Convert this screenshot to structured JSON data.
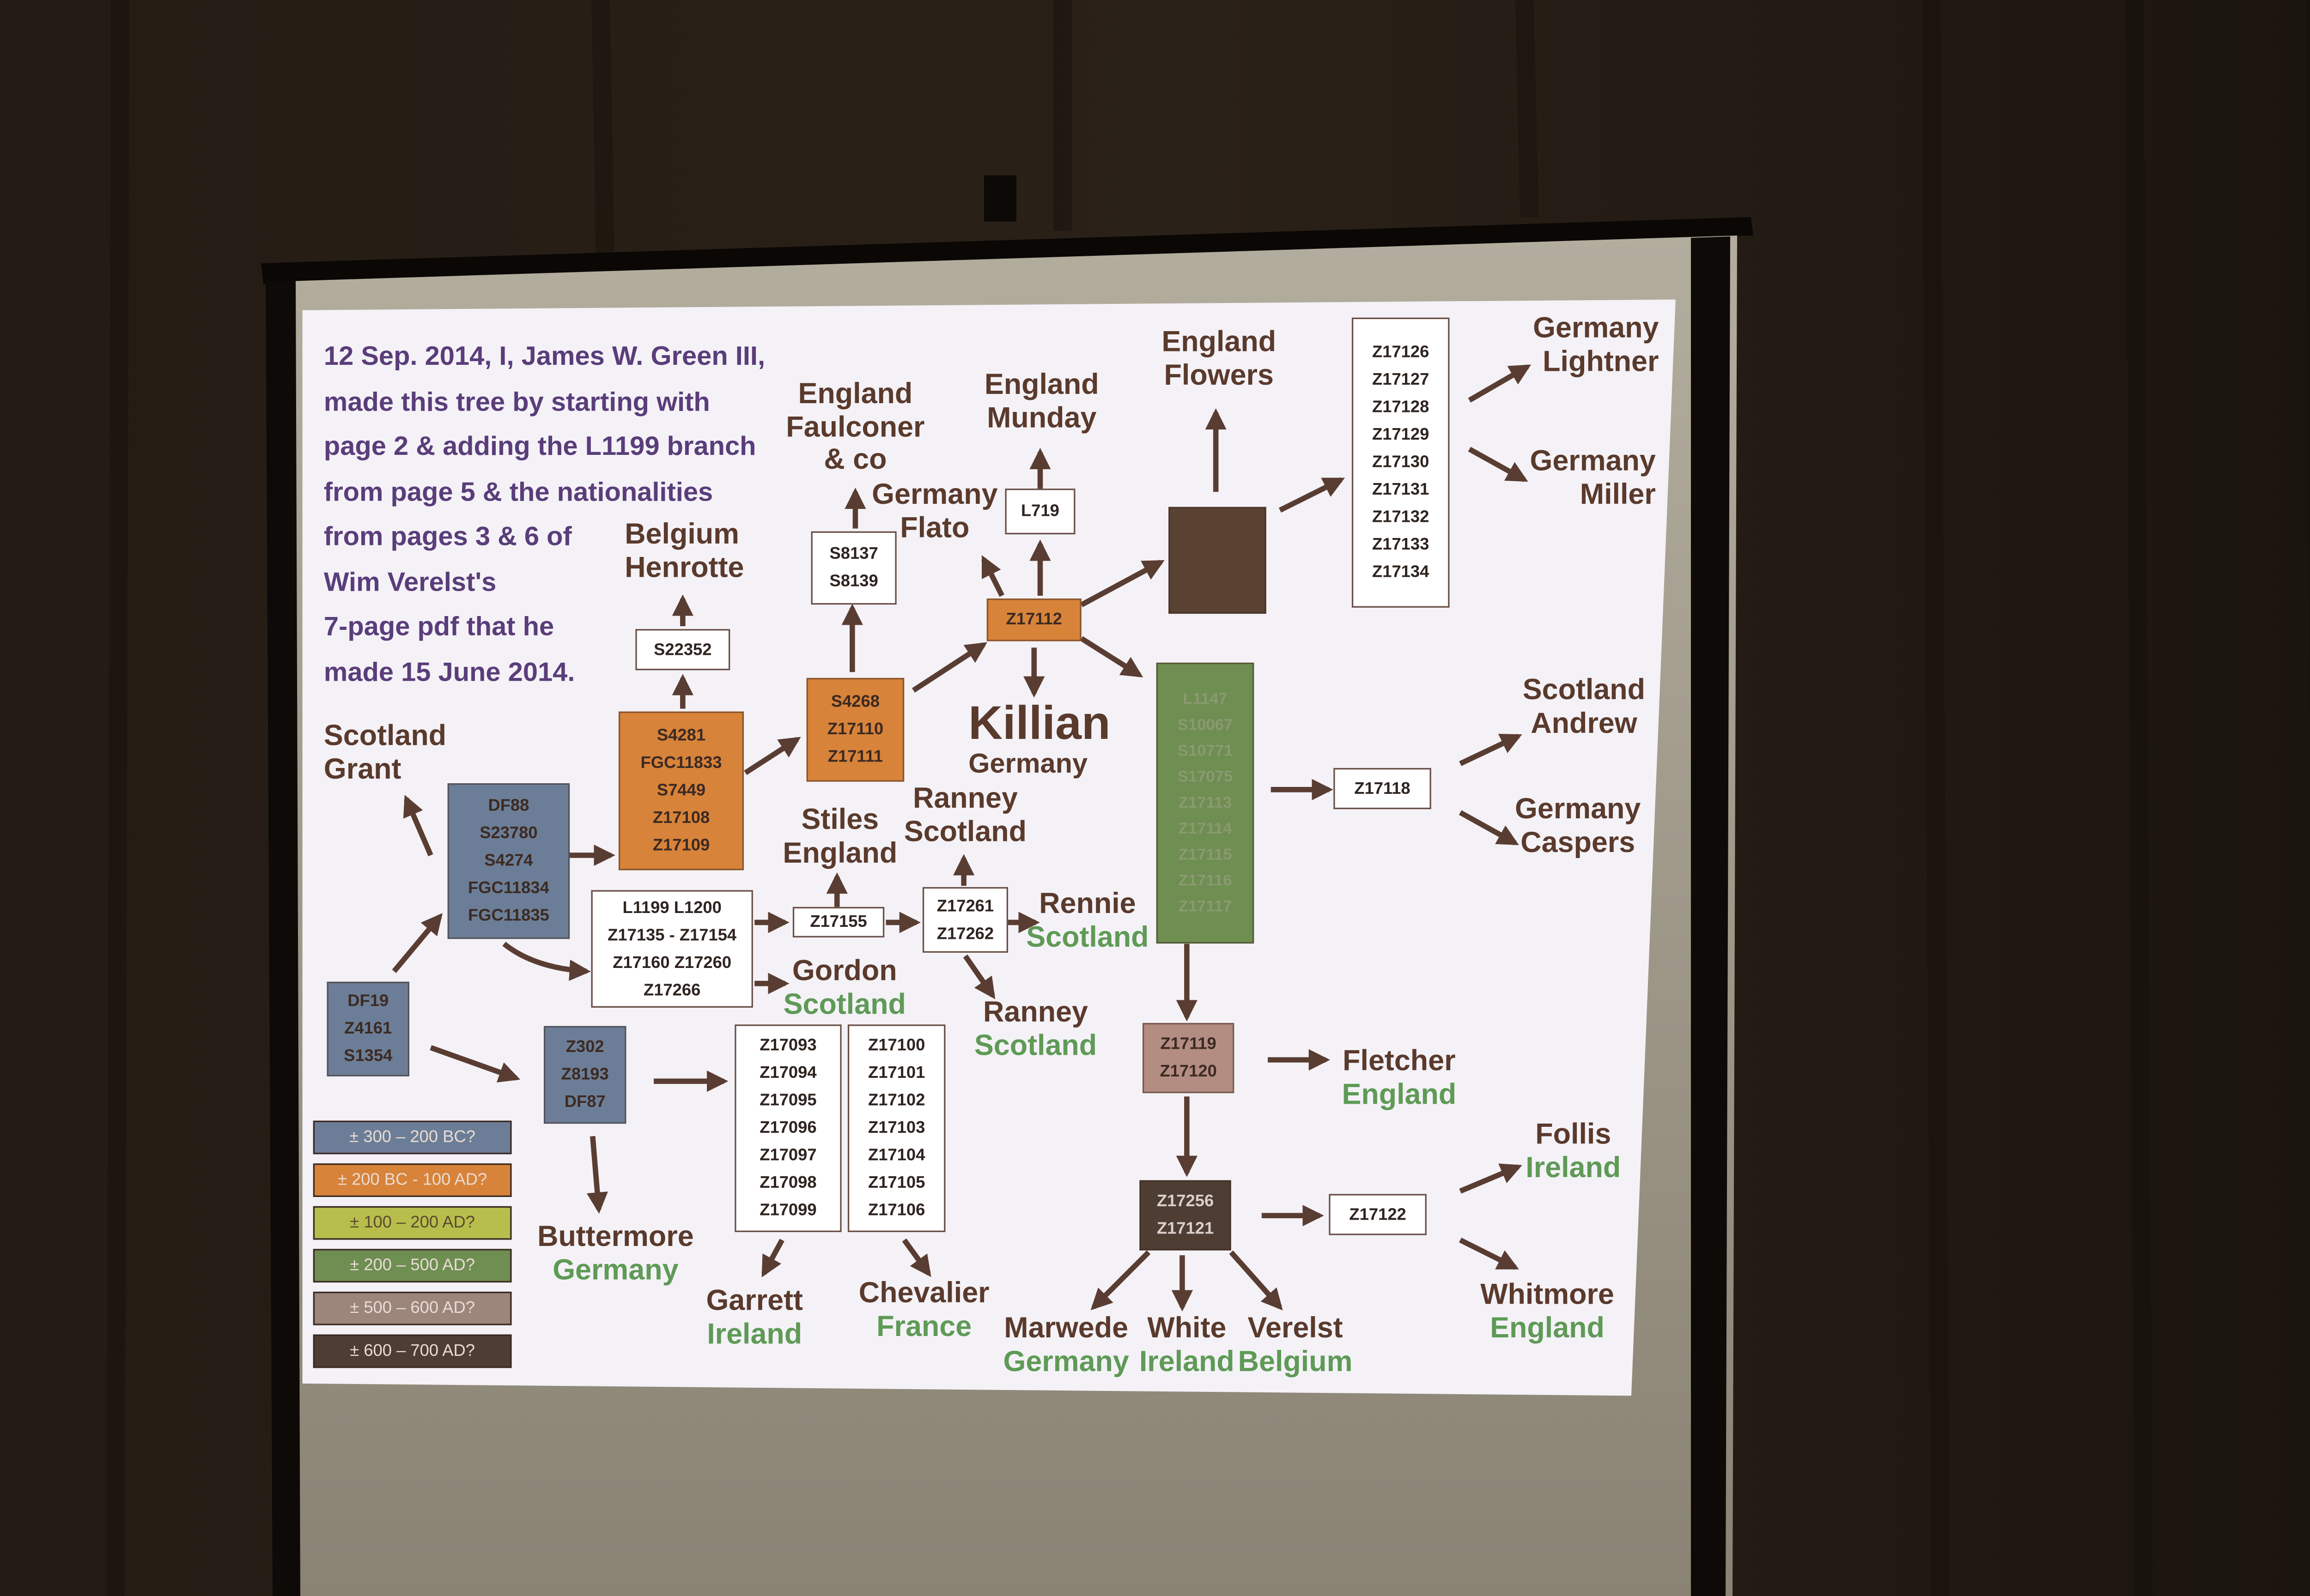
{
  "intro_lines": [
    "12 Sep. 2014, I, James W. Green III,",
    "made this tree by starting with",
    "page 2 & adding the L1199 branch",
    "from page 5 & the nationalities",
    "from pages 3 & 6 of",
    "Wim Verelst's",
    "7-page pdf that he",
    "made 15 June 2014."
  ],
  "center_label": {
    "name": "Killian",
    "country": "Germany"
  },
  "boxes": [
    {
      "id": "df19",
      "lines": [
        "DF19",
        "Z4161",
        "S1354"
      ],
      "color": "#6c7e97"
    },
    {
      "id": "df88",
      "lines": [
        "DF88",
        "S23780",
        "S4274",
        "FGC11834",
        "FGC11835"
      ],
      "color": "#6c7e97"
    },
    {
      "id": "z302",
      "lines": [
        "Z302",
        "Z8193",
        "DF87"
      ],
      "color": "#6c7e97"
    },
    {
      "id": "s4281",
      "lines": [
        "S4281",
        "FGC11833",
        "S7449",
        "Z17108",
        "Z17109"
      ],
      "color": "#d8833a"
    },
    {
      "id": "s4268",
      "lines": [
        "S4268",
        "Z17110",
        "Z17111"
      ],
      "color": "#d8833a"
    },
    {
      "id": "z17112",
      "lines": [
        "Z17112"
      ],
      "color": "#d8833a"
    },
    {
      "id": "l1199",
      "lines": [
        "L1199  L1200",
        "Z17135 - Z17154",
        "Z17160  Z17260",
        "Z17266"
      ],
      "color": "#ffffff"
    },
    {
      "id": "z17155",
      "lines": [
        "Z17155"
      ],
      "color": "#ffffff"
    },
    {
      "id": "z17261",
      "lines": [
        "Z17261",
        "Z17262"
      ],
      "color": "#ffffff"
    },
    {
      "id": "s22352",
      "lines": [
        "S22352"
      ],
      "color": "#ffffff"
    },
    {
      "id": "s8137",
      "lines": [
        "S8137",
        "S8139"
      ],
      "color": "#ffffff"
    },
    {
      "id": "l719",
      "lines": [
        "L719"
      ],
      "color": "#ffffff"
    },
    {
      "id": "dark-square",
      "lines": [],
      "color": "#5a4232"
    },
    {
      "id": "green",
      "lines": [
        "L1147",
        "S10067",
        "S10771",
        "S17075",
        "Z17113",
        "Z17114",
        "Z17115",
        "Z17116",
        "Z17117"
      ],
      "color": "#6f8e52"
    },
    {
      "id": "z17126",
      "lines": [
        "Z17126",
        "Z17127",
        "Z17128",
        "Z17129",
        "Z17130",
        "Z17131",
        "Z17132",
        "Z17133",
        "Z17134"
      ],
      "color": "#ffffff"
    },
    {
      "id": "z17118",
      "lines": [
        "Z17118"
      ],
      "color": "#ffffff"
    },
    {
      "id": "z17119",
      "lines": [
        "Z17119",
        "Z17120"
      ],
      "color": "#b48d82"
    },
    {
      "id": "z17256",
      "lines": [
        "Z17256",
        "Z17121"
      ],
      "color": "#4e3d33"
    },
    {
      "id": "z17122",
      "lines": [
        "Z17122"
      ],
      "color": "#ffffff"
    },
    {
      "id": "z17093",
      "lines": [
        "Z17093",
        "Z17094",
        "Z17095",
        "Z17096",
        "Z17097",
        "Z17098",
        "Z17099"
      ],
      "color": "#ffffff"
    },
    {
      "id": "z17100",
      "lines": [
        "Z17100",
        "Z17101",
        "Z17102",
        "Z17103",
        "Z17104",
        "Z17105",
        "Z17106"
      ],
      "color": "#ffffff"
    }
  ],
  "labels": [
    {
      "id": "scotland-grant",
      "top": "Scotland",
      "bottom": "Grant",
      "bottom_color": "dark"
    },
    {
      "id": "belgium-henrotte",
      "top": "Belgium",
      "bottom": "Henrotte",
      "bottom_color": "dark"
    },
    {
      "id": "england-faulconer",
      "top": "England",
      "bottom": "Faulconer",
      "extra": "& co",
      "bottom_color": "dark"
    },
    {
      "id": "germany-flato",
      "top": "Germany",
      "bottom": "Flato",
      "bottom_color": "dark"
    },
    {
      "id": "england-munday",
      "top": "England",
      "bottom": "Munday",
      "bottom_color": "dark"
    },
    {
      "id": "england-flowers",
      "top": "England",
      "bottom": "Flowers",
      "bottom_color": "dark"
    },
    {
      "id": "germany-lightner",
      "top": "Germany",
      "bottom": "Lightner",
      "bottom_color": "dark"
    },
    {
      "id": "germany-miller",
      "top": "Germany",
      "bottom": "Miller",
      "bottom_color": "dark"
    },
    {
      "id": "scotland-andrew",
      "top": "Scotland",
      "bottom": "Andrew",
      "bottom_color": "dark"
    },
    {
      "id": "germany-caspers",
      "top": "Germany",
      "bottom": "Caspers",
      "bottom_color": "dark"
    },
    {
      "id": "stiles-england",
      "top": "Stiles",
      "bottom": "England",
      "bottom_color": "dark"
    },
    {
      "id": "ranney-scotland-1",
      "top": "Ranney",
      "bottom": "Scotland",
      "bottom_color": "dark"
    },
    {
      "id": "rennie-scotland",
      "top": "Rennie",
      "bottom": "Scotland",
      "bottom_color": "green"
    },
    {
      "id": "gordon-scotland",
      "top": "Gordon",
      "bottom": "Scotland",
      "bottom_color": "green"
    },
    {
      "id": "ranney-scotland-2",
      "top": "Ranney",
      "bottom": "Scotland",
      "bottom_color": "green"
    },
    {
      "id": "fletcher-england",
      "top": "Fletcher",
      "bottom": "England",
      "bottom_color": "green"
    },
    {
      "id": "follis-ireland",
      "top": "Follis",
      "bottom": "Ireland",
      "bottom_color": "green"
    },
    {
      "id": "whitmore-england",
      "top": "Whitmore",
      "bottom": "England",
      "bottom_color": "green"
    },
    {
      "id": "buttermore-germany",
      "top": "Buttermore",
      "bottom": "Germany",
      "bottom_color": "green"
    },
    {
      "id": "garrett-ireland",
      "top": "Garrett",
      "bottom": "Ireland",
      "bottom_color": "green"
    },
    {
      "id": "chevalier-france",
      "top": "Chevalier",
      "bottom": "France",
      "bottom_color": "green"
    },
    {
      "id": "marwede-germany",
      "top": "Marwede",
      "bottom": "Germany",
      "bottom_color": "green"
    },
    {
      "id": "white-ireland",
      "top": "White",
      "bottom": "Ireland",
      "bottom_color": "green"
    },
    {
      "id": "verelst-belgium",
      "top": "Verelst",
      "bottom": "Belgium",
      "bottom_color": "green"
    }
  ],
  "legend": [
    {
      "label": "± 300 – 200 BC?",
      "color": "#6c7e97"
    },
    {
      "label": "± 200 BC - 100 AD?",
      "color": "#d8833a"
    },
    {
      "label": "± 100 – 200 AD?",
      "color": "#b8be4c"
    },
    {
      "label": "± 200 – 500 AD?",
      "color": "#6f8e52"
    },
    {
      "label": "± 500 – 600 AD?",
      "color": "#9c857b"
    },
    {
      "label": "± 600 – 700 AD?",
      "color": "#4e3d33"
    }
  ],
  "colors": {
    "text_dark": "#5a3a2c",
    "text_green": "#5f9a56",
    "intro_text": "#5a3d7a",
    "arrow": "#5a3d32",
    "slide_bg": "#f3f1f6"
  }
}
